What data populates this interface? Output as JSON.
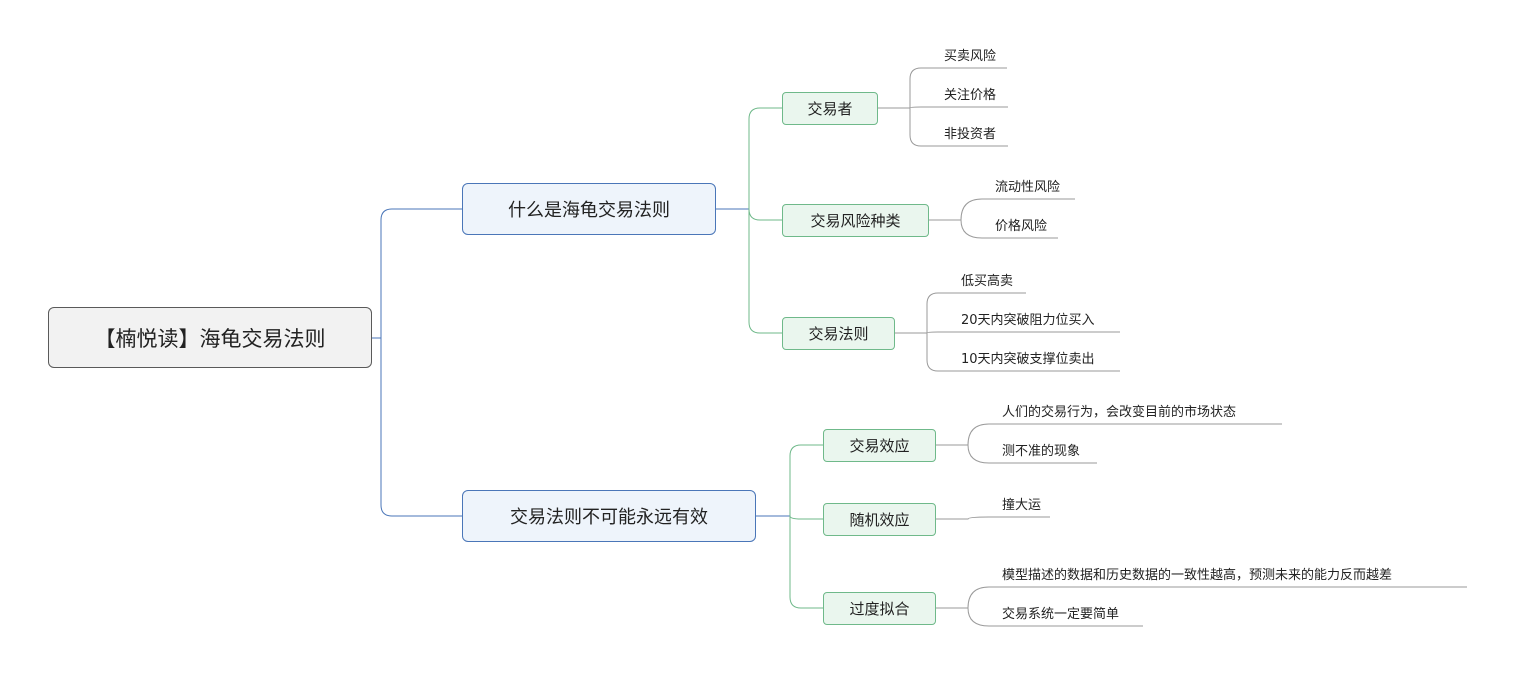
{
  "colors": {
    "root_border": "#5a5a5a",
    "l1_border": "#4a76b8",
    "l1_fill": "#eef4fb",
    "l2_border": "#6fb98a",
    "l2_fill": "#eaf6ee",
    "leaf_line": "#9a9a9a"
  },
  "root": {
    "label": "【楠悦读】海龟交易法则"
  },
  "branches": [
    {
      "label": "什么是海龟交易法则",
      "children": [
        {
          "label": "交易者",
          "leaves": [
            "买卖风险",
            "关注价格",
            "非投资者"
          ]
        },
        {
          "label": "交易风险种类",
          "leaves": [
            "流动性风险",
            "价格风险"
          ]
        },
        {
          "label": "交易法则",
          "leaves": [
            "低买高卖",
            "20天内突破阻力位买入",
            "10天内突破支撑位卖出"
          ]
        }
      ]
    },
    {
      "label": "交易法则不可能永远有效",
      "children": [
        {
          "label": "交易效应",
          "leaves": [
            "人们的交易行为，会改变目前的市场状态",
            "测不准的现象"
          ]
        },
        {
          "label": "随机效应",
          "leaves": [
            "撞大运"
          ]
        },
        {
          "label": "过度拟合",
          "leaves": [
            "模型描述的数据和历史数据的一致性越高，预测未来的能力反而越差",
            "交易系统一定要简单"
          ]
        }
      ]
    }
  ]
}
